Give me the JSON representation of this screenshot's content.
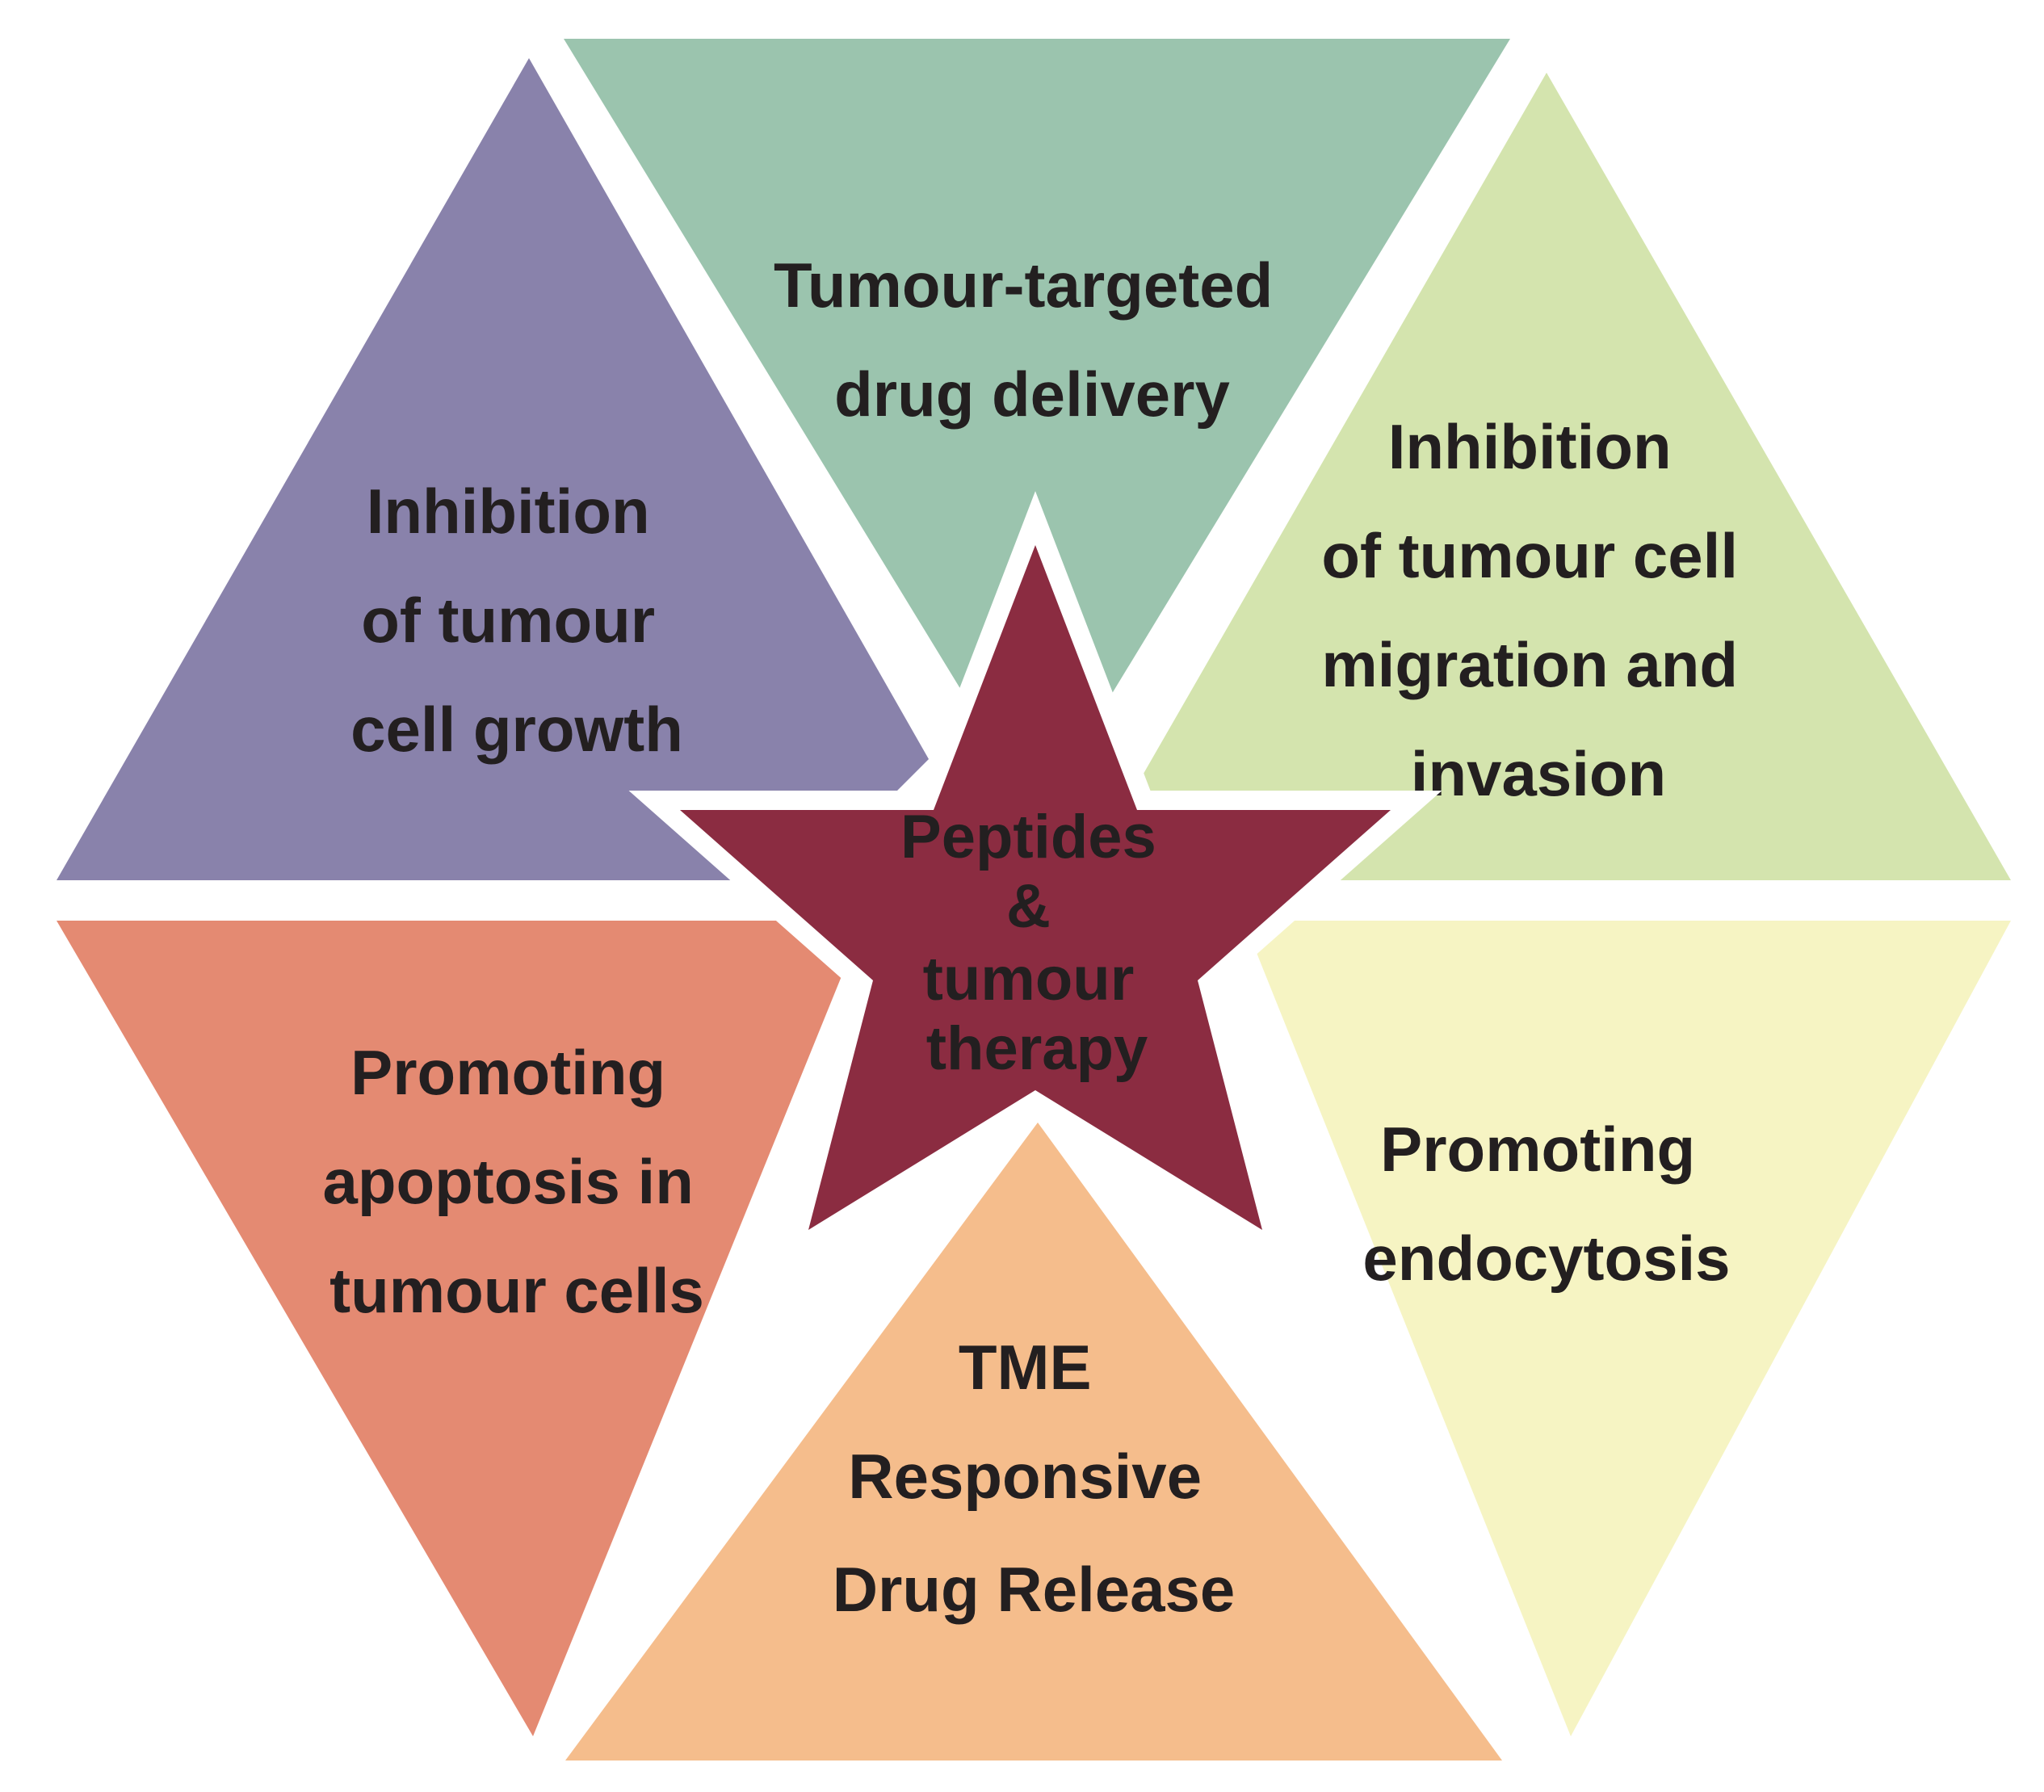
{
  "center": {
    "lines": [
      "Peptides",
      "&",
      "tumour",
      "therapy"
    ],
    "color": "#8b2c41"
  },
  "segments": [
    {
      "id": "tumour-targeted-drug-delivery",
      "lines": [
        "Tumour-targeted",
        "drug delivery"
      ],
      "color": "#9bc4ae"
    },
    {
      "id": "inhibition-of-tumour-cell-migration",
      "lines": [
        "Inhibition",
        "of tumour cell",
        "migration and",
        "invasion"
      ],
      "color": "#d4e4ae"
    },
    {
      "id": "promoting-endocytosis",
      "lines": [
        "Promoting",
        "endocytosis"
      ],
      "color": "#f6f4c3"
    },
    {
      "id": "tme-responsive-drug-release",
      "lines": [
        "TME",
        "Responsive",
        "Drug Release"
      ],
      "color": "#f5bd8c"
    },
    {
      "id": "promoting-apoptosis",
      "lines": [
        "Promoting",
        "apoptosis in",
        "tumour cells"
      ],
      "color": "#e48a72"
    },
    {
      "id": "inhibition-of-tumour-cell-growth",
      "lines": [
        "Inhibition",
        "of tumour",
        "cell growth"
      ],
      "color": "#8982ab"
    }
  ]
}
